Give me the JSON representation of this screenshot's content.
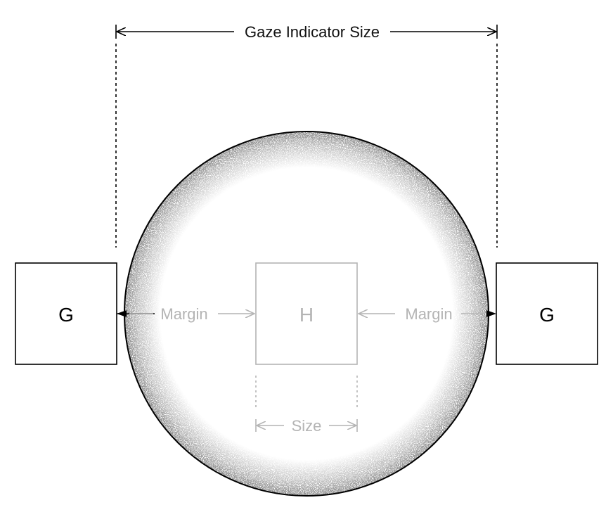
{
  "diagram": {
    "top_dimension_label": "Gaze Indicator Size",
    "left_box_label": "G",
    "right_box_label": "G",
    "center_box_label": "H",
    "left_margin_label": "Margin",
    "right_margin_label": "Margin",
    "size_label": "Size"
  },
  "colors": {
    "ink": "#000000",
    "muted": "#b4b4b4",
    "halo_stipple": "#4a4a4a",
    "background": "#ffffff"
  }
}
